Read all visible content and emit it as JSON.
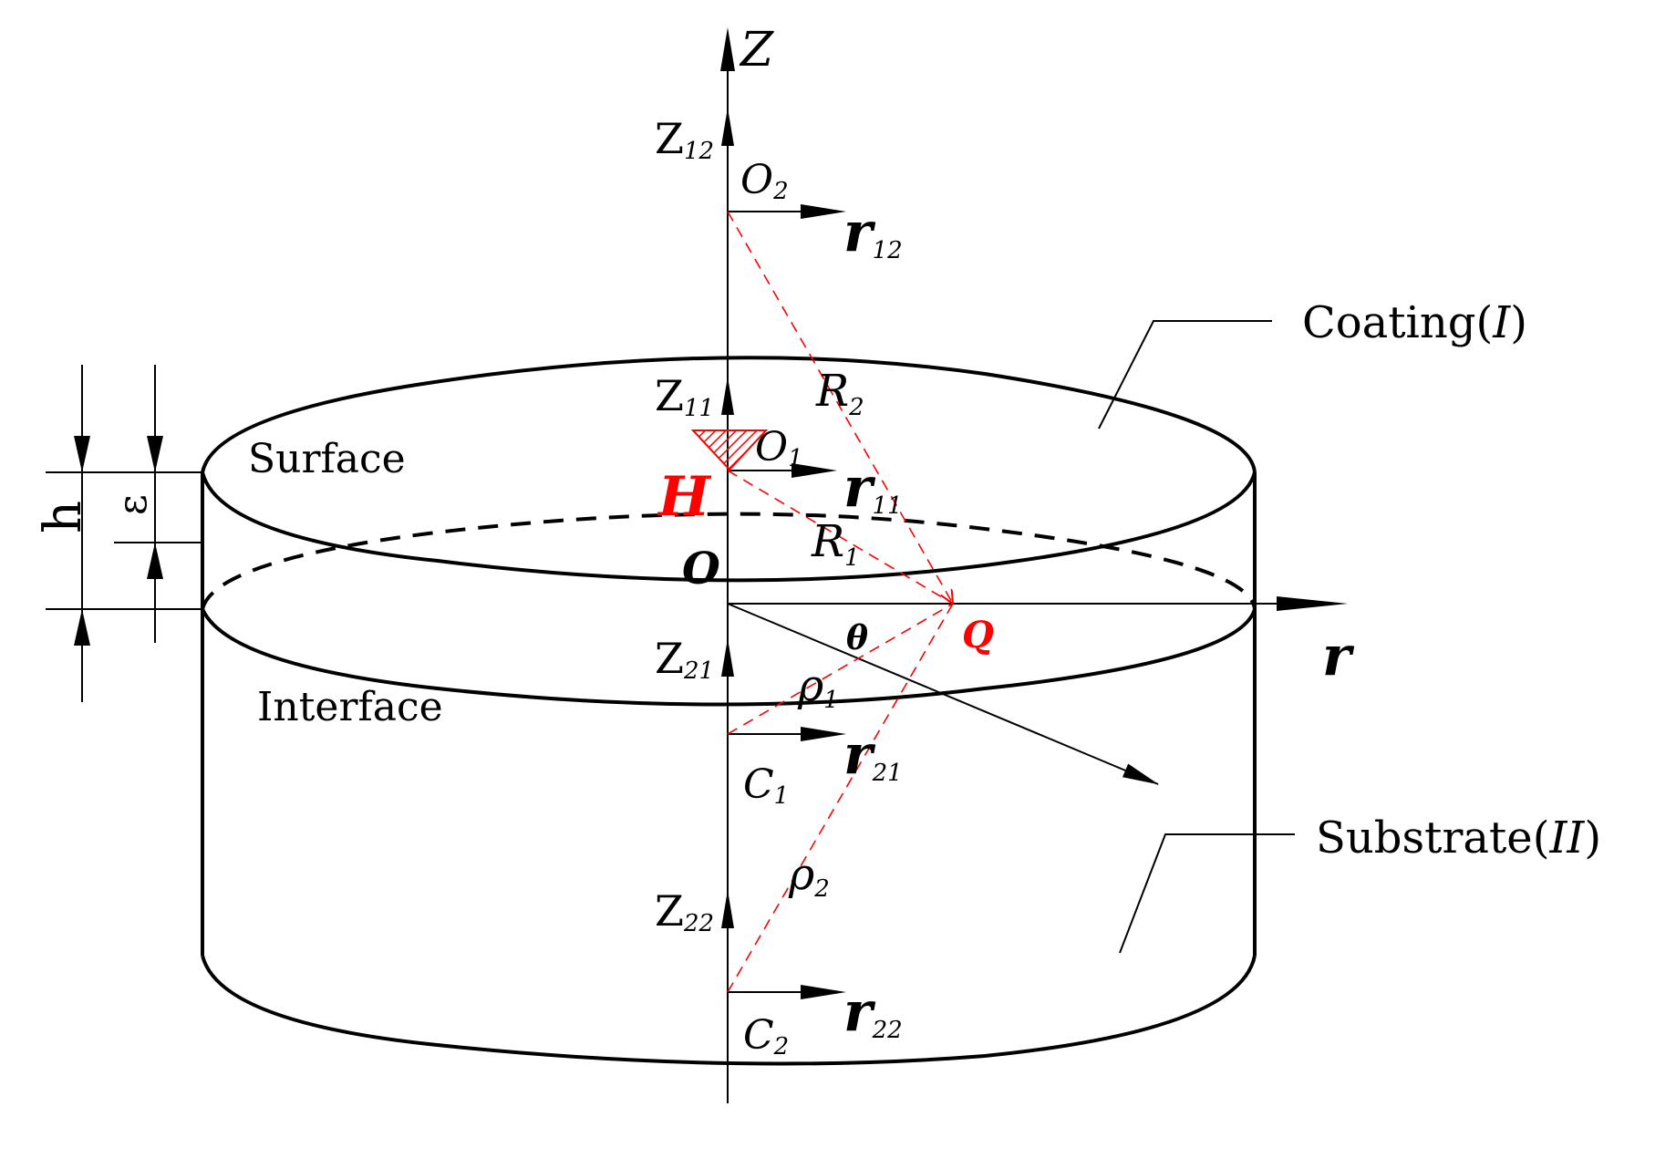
{
  "labels": {
    "axis_z": "Z",
    "axis_r": "r",
    "z12": "Z",
    "z12_sub": "12",
    "o2": "O",
    "o2_sub": "2",
    "r12": "r",
    "r12_sub": "12",
    "z11": "Z",
    "z11_sub": "11",
    "o1": "O",
    "o1_sub": "1",
    "r11": "r",
    "r11_sub": "11",
    "R2": "R",
    "R2_sub": "2",
    "R1": "R",
    "R1_sub": "1",
    "H": "H",
    "O": "O",
    "Q": "Q",
    "theta": "θ",
    "z21": "Z",
    "z21_sub": "21",
    "rho1": "ρ",
    "rho1_sub": "1",
    "r21": "r",
    "r21_sub": "21",
    "c1": "C",
    "c1_sub": "1",
    "rho2": "ρ",
    "rho2_sub": "2",
    "z22": "Z",
    "z22_sub": "22",
    "c2": "C",
    "c2_sub": "2",
    "r22": "r",
    "r22_sub": "22",
    "surface": "Surface",
    "interface": "Interface",
    "coating": "Coating",
    "coating_roman": "I",
    "substrate": "Substrate",
    "substrate_roman": "II",
    "h": "h",
    "epsilon": "ε"
  },
  "colors": {
    "stroke": "#000000",
    "highlight": "#ff0000"
  }
}
